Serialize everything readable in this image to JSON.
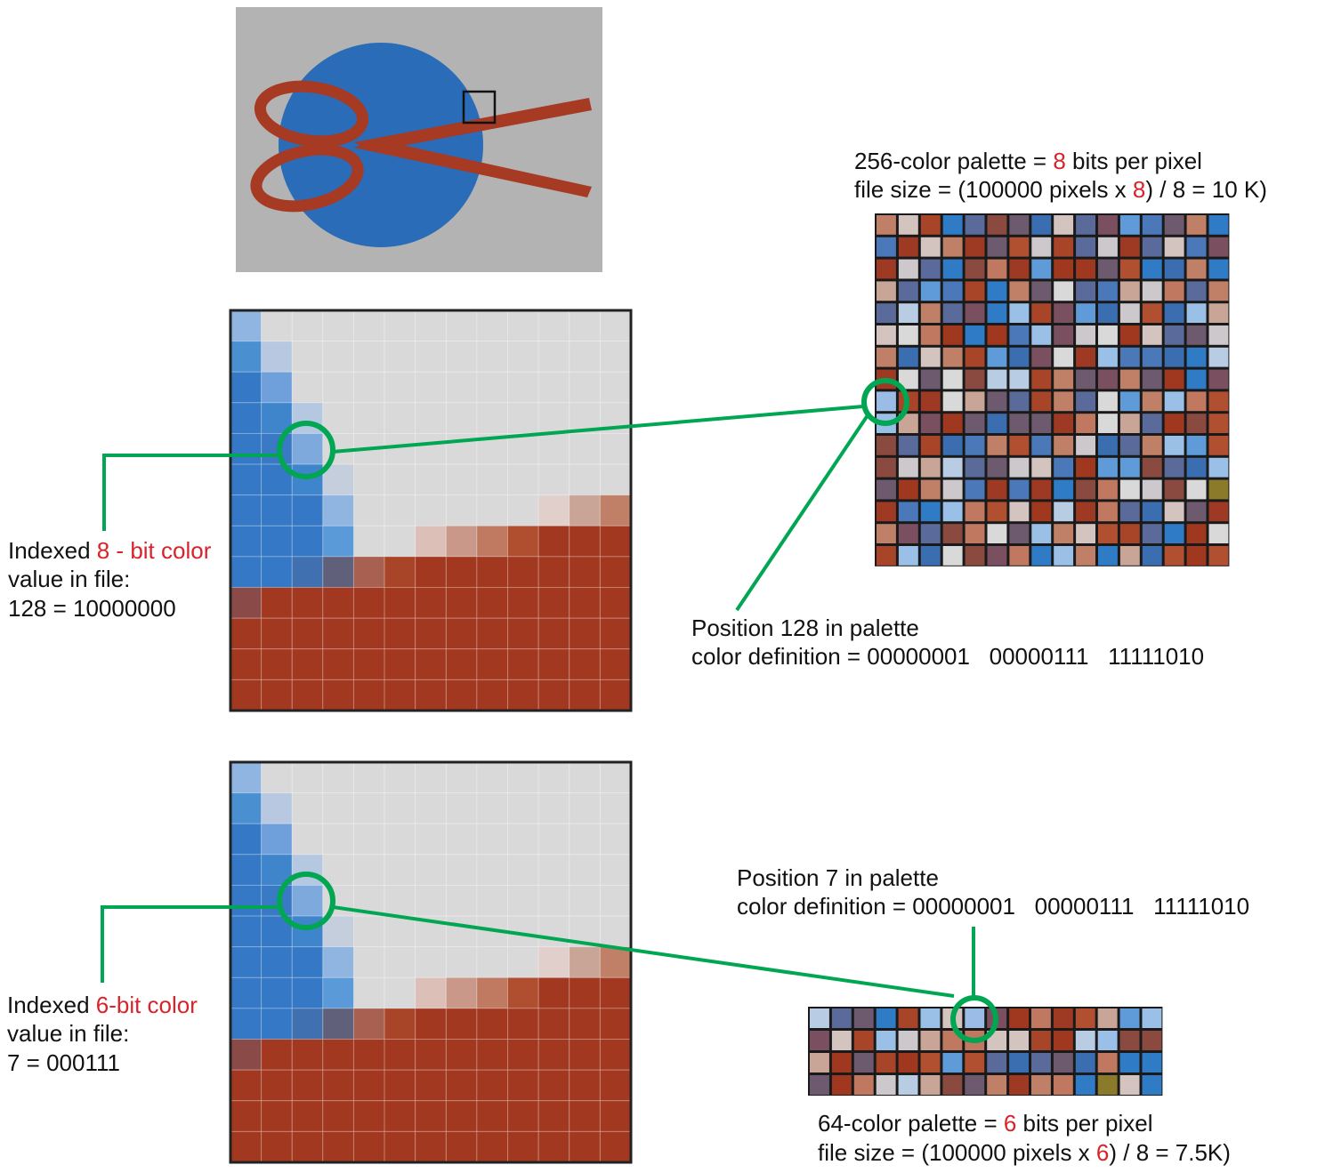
{
  "colors": {
    "accent_red": "#d8232a",
    "callout_green": "#00a651",
    "scissors": "#a63a22",
    "circle_blue": "#2a6cb8",
    "photo_bg": "#b3b3b3"
  },
  "palette256": {
    "line1": {
      "a": "256-color palette = ",
      "b": "8",
      "c": " bits per pixel"
    },
    "line2": {
      "a": "file size = (100000 pixels x ",
      "b": "8",
      "c": ") / 8 = 10 K)"
    }
  },
  "pos128": {
    "line1": "Position 128 in palette",
    "line2": "color definition = 00000001   00000111   11111010"
  },
  "indexed8": {
    "a": "Indexed ",
    "b": "8 - bit color",
    "line2": "value in file:",
    "line3": "128 = 10000000"
  },
  "pos7": {
    "line1": "Position 7 in palette",
    "line2": "color definition = 00000001   00000111   11111010"
  },
  "indexed6": {
    "a": "Indexed ",
    "b": "6-bit color",
    "line2": "value in file:",
    "line3": "7 = 000111"
  },
  "palette64": {
    "line1": {
      "a": "64-color palette = ",
      "b": "6",
      "c": " bits per pixel"
    },
    "line2": {
      "a": "file size = (100000 pixels x ",
      "b": "6",
      "c": ") / 8 = 7.5K)"
    }
  }
}
